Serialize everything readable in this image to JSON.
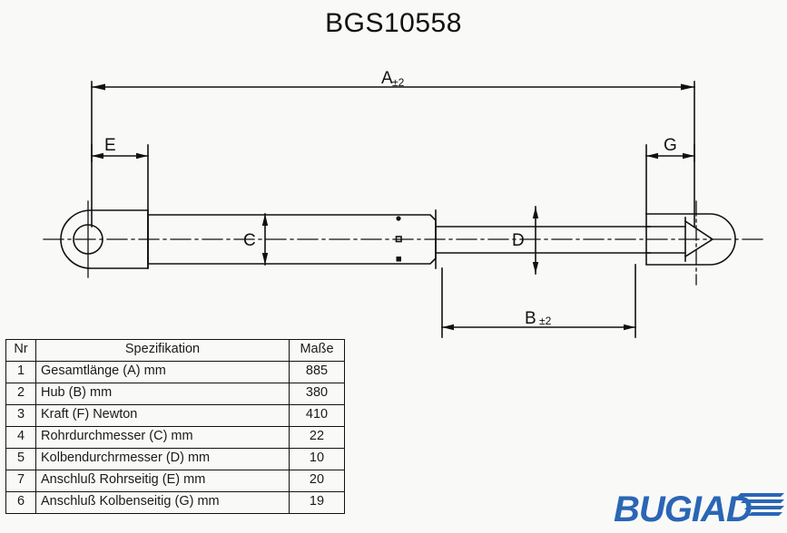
{
  "title": "BGS10558",
  "background_color": "#f9faf8",
  "line_color": "#111111",
  "brand": {
    "name": "BUGIAD",
    "color": "#2a66b5",
    "logo_icon": "bugiad-swoosh-icon"
  },
  "drawing": {
    "type": "gas-spring-technical-drawing",
    "dimension_labels": [
      {
        "id": "A",
        "text": "A",
        "tolerance": "±2",
        "placement": "top-overall"
      },
      {
        "id": "E",
        "text": "E",
        "tolerance": "",
        "placement": "top-left-end-fitting"
      },
      {
        "id": "G",
        "text": "G",
        "tolerance": "",
        "placement": "top-right-end-fitting"
      },
      {
        "id": "B",
        "text": "B",
        "tolerance": "±2",
        "placement": "bottom-stroke"
      },
      {
        "id": "C",
        "text": "C",
        "tolerance": "",
        "placement": "cylinder-diameter"
      },
      {
        "id": "D",
        "text": "D",
        "tolerance": "",
        "placement": "piston-rod-diameter"
      }
    ]
  },
  "table": {
    "headers": [
      "Nr",
      "Spezifikation",
      "Maße"
    ],
    "rows": [
      {
        "nr": "1",
        "spec": "Gesamtlänge (A) mm",
        "value": "885"
      },
      {
        "nr": "2",
        "spec": "Hub (B)  mm",
        "value": "380"
      },
      {
        "nr": "3",
        "spec": "Kraft (F) Newton",
        "value": "410"
      },
      {
        "nr": "4",
        "spec": "Rohrdurchmesser (C) mm",
        "value": "22"
      },
      {
        "nr": "5",
        "spec": "Kolbendurchrmesser (D) mm",
        "value": "10"
      },
      {
        "nr": "7",
        "spec": "Anschluß Rohrseitig (E) mm",
        "value": "20"
      },
      {
        "nr": "6",
        "spec": "Anschluß Kolbenseitig (G) mm",
        "value": "19"
      }
    ]
  }
}
